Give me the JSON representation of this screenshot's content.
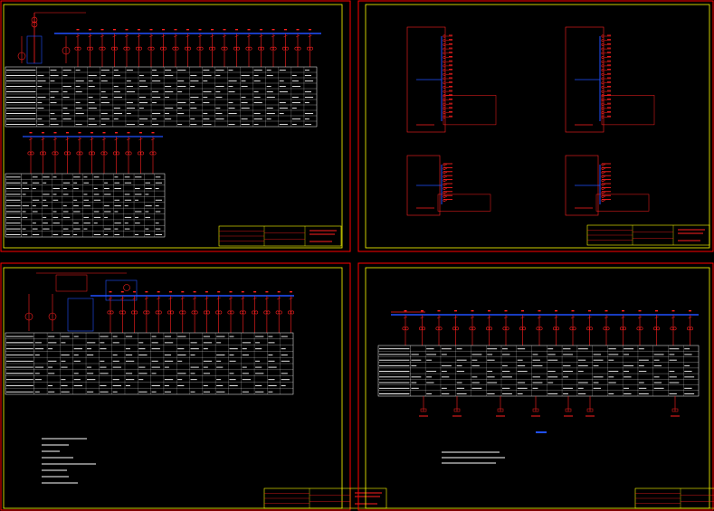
{
  "colors": {
    "background": "#000000",
    "sheet_border": "#ffff00",
    "outer_border": "#ff0000",
    "busbar": "#2050ff",
    "device": "#ff2020",
    "table_line": "#ffffff",
    "text": "#ffffff"
  },
  "sheets": [
    {
      "id": "sheet-1",
      "kind": "single-line-with-tables",
      "feeders_row1": 20,
      "feeders_row2": 11
    },
    {
      "id": "sheet-2",
      "kind": "panel-schedules",
      "panels": 4
    },
    {
      "id": "sheet-3",
      "kind": "single-line-with-notes",
      "feeders": 16,
      "note_lines": 8
    },
    {
      "id": "sheet-4",
      "kind": "single-line-wide",
      "feeders": 18,
      "note_lines": 3
    }
  ]
}
